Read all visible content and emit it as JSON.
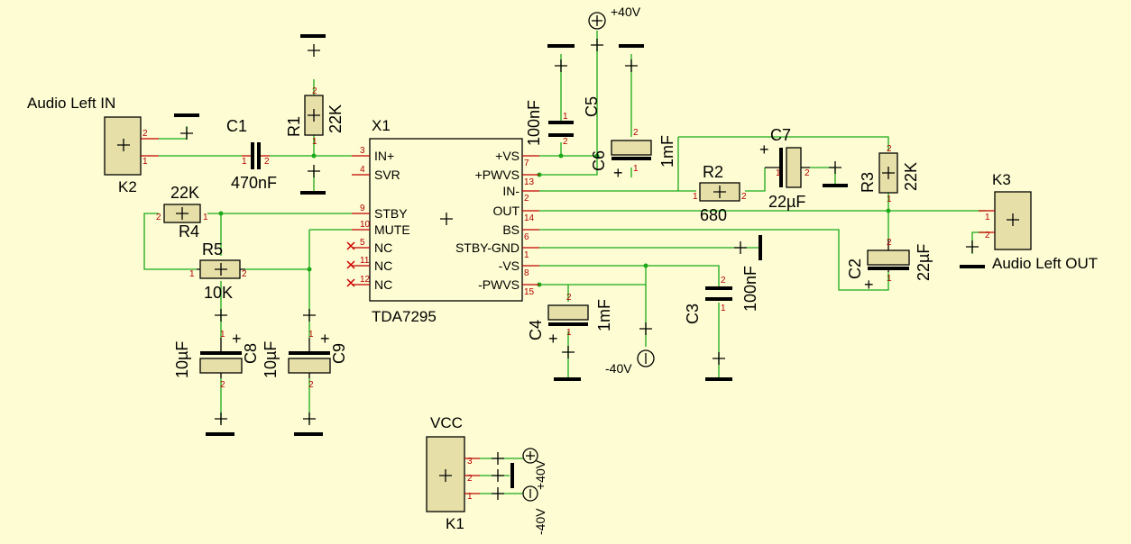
{
  "chip": {
    "ref": "X1",
    "part": "TDA7295",
    "left_pins": [
      {
        "name": "IN+",
        "num": "3"
      },
      {
        "name": "SVR",
        "num": "4"
      },
      {
        "name": "STBY",
        "num": "9"
      },
      {
        "name": "MUTE",
        "num": "10"
      },
      {
        "name": "NC",
        "num": "5"
      },
      {
        "name": "NC",
        "num": "11"
      },
      {
        "name": "NC",
        "num": "12"
      }
    ],
    "right_pins": [
      {
        "name": "+VS",
        "num": "7"
      },
      {
        "name": "+PWVS",
        "num": "13"
      },
      {
        "name": "IN-",
        "num": "2"
      },
      {
        "name": "OUT",
        "num": "14"
      },
      {
        "name": "BS",
        "num": "6"
      },
      {
        "name": "STBY-GND",
        "num": "1"
      },
      {
        "name": "-VS",
        "num": "8"
      },
      {
        "name": "-PWVS",
        "num": "15"
      }
    ]
  },
  "connectors": {
    "k2": {
      "ref": "K2",
      "label": "Audio Left IN"
    },
    "k3": {
      "ref": "K3",
      "label": "Audio Left OUT"
    },
    "k1": {
      "ref": "K1",
      "label": "VCC"
    }
  },
  "components": {
    "c1": {
      "ref": "C1",
      "value": "470nF"
    },
    "r1": {
      "ref": "R1",
      "value": "22K"
    },
    "r4": {
      "ref": "R4",
      "value": "22K"
    },
    "r5": {
      "ref": "R5",
      "value": "10K"
    },
    "c8": {
      "ref": "C8",
      "value": "10µF"
    },
    "c9": {
      "ref": "C9",
      "value": "10µF"
    },
    "c5": {
      "ref": "C5",
      "value": "100nF"
    },
    "c6": {
      "ref": "C6",
      "value": "1mF"
    },
    "c7": {
      "ref": "C7",
      "value": "22µF"
    },
    "r2": {
      "ref": "R2",
      "value": "680"
    },
    "r3": {
      "ref": "R3",
      "value": "22K"
    },
    "c2": {
      "ref": "C2",
      "value": "22µF"
    },
    "c3": {
      "ref": "C3",
      "value": "100nF"
    },
    "c4": {
      "ref": "C4",
      "value": "1mF"
    }
  },
  "power": {
    "pos": "+40V",
    "neg": "-40V"
  },
  "pins": {
    "one": "1",
    "two": "2",
    "three": "3"
  },
  "signs": {
    "plus": "+",
    "minus": "−"
  },
  "colors": {
    "background": "#fdfcd2",
    "wire": "#1aaa1a",
    "pin_lead": "#c00000",
    "pad": "#e6e0a8"
  }
}
